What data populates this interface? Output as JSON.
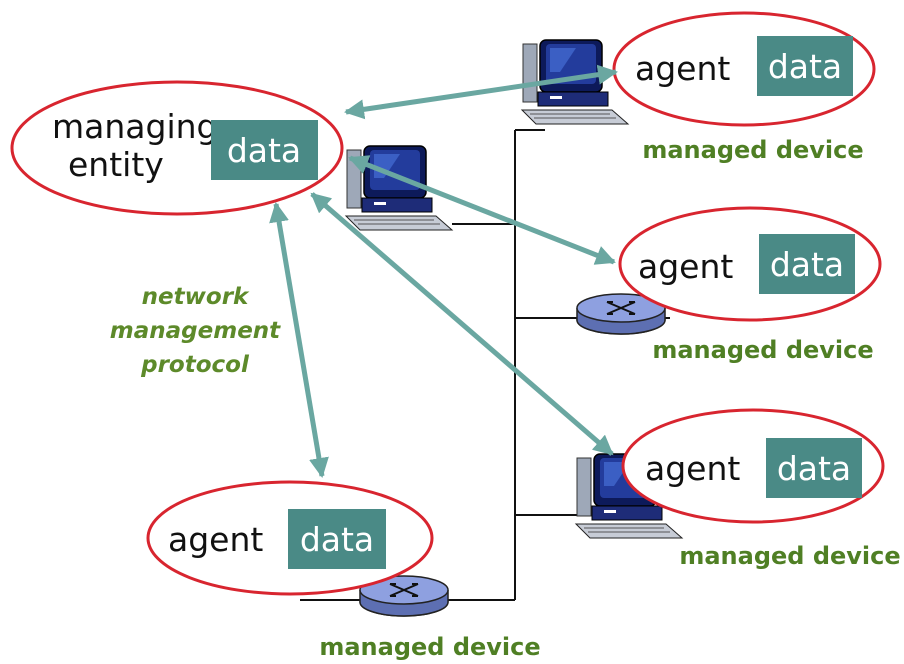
{
  "managing_entity": {
    "label_line1": "managing",
    "label_line2": "entity",
    "data_label": "data"
  },
  "protocol": {
    "line1": "network",
    "line2": "management",
    "line3": "protocol"
  },
  "agents": [
    {
      "agent_label": "agent",
      "data_label": "data",
      "device_label": "managed device"
    },
    {
      "agent_label": "agent",
      "data_label": "data",
      "device_label": "managed device"
    },
    {
      "agent_label": "agent",
      "data_label": "data",
      "device_label": "managed device"
    },
    {
      "agent_label": "agent",
      "data_label": "data",
      "device_label": "managed device"
    }
  ],
  "colors": {
    "ellipse_outline": "#d8252f",
    "data_box": "#4a8a86",
    "arrow": "#6aa7a1",
    "device_label": "#4f7f24",
    "protocol_label": "#5d8a2a"
  }
}
